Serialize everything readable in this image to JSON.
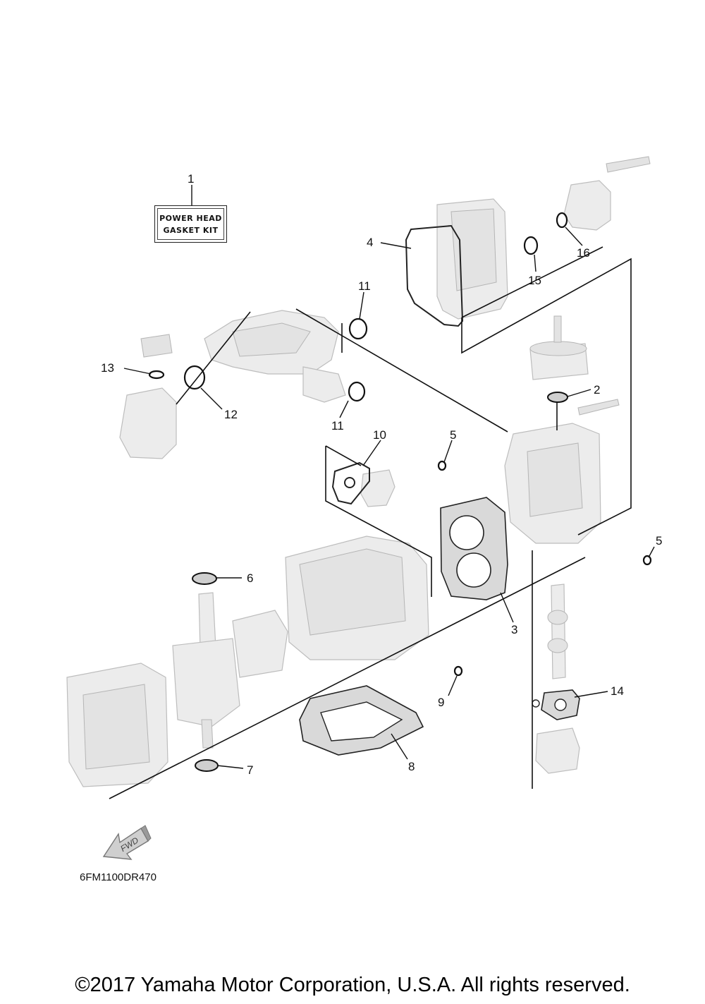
{
  "kit_label": {
    "line1": "POWER HEAD",
    "line2": "GASKET KIT"
  },
  "callouts": [
    "1",
    "2",
    "3",
    "4",
    "5",
    "5",
    "6",
    "7",
    "8",
    "9",
    "10",
    "11",
    "11",
    "12",
    "13",
    "14",
    "15",
    "16"
  ],
  "fwd_label": "FWD",
  "diagram_code": "6FM1100DR470",
  "copyright": "©2017 Yamaha Motor Corporation, U.S.A. All rights reserved."
}
